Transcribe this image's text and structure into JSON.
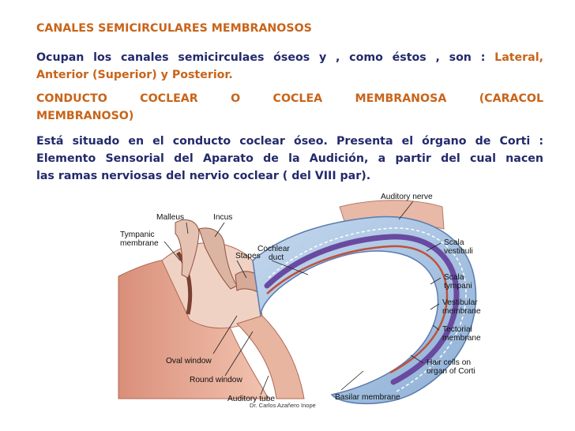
{
  "heading1": "CANALES SEMICIRCULARES MEMBRANOSOS",
  "para1": {
    "line1_prefix": " Ocupan los canales semicirculaes óseos y , como éstos , son : ",
    "line1_highlight": "Lateral,",
    "line2": "Anterior (Superior) y Posterior."
  },
  "heading2": {
    "line1": "CONDUCTO COCLEAR O COCLEA MEMBRANOSA (CARACOL",
    "line2": "MEMBRANOSO)"
  },
  "para2": {
    "line1": "Está situado en el conducto coclear óseo. Presenta el órgano de Corti :",
    "line2": "Elemento Sensorial del Aparato de la Audición, a partir del cual nacen",
    "line3": "las ramas nerviosas del nervio coclear ( del VIII par)."
  },
  "diagram": {
    "labels": {
      "auditory_nerve": "Auditory nerve",
      "malleus": "Malleus",
      "incus": "Incus",
      "tympanic_1": "Tympanic",
      "tympanic_2": "membrane",
      "stapes": "Stapes",
      "cochlear_1": "Cochlear",
      "cochlear_2": "duct",
      "scala_vest_1": "Scala",
      "scala_vest_2": "vestibuli",
      "scala_tymp_1": "Scala",
      "scala_tymp_2": "tympani",
      "vestibular_1": "Vestibular",
      "vestibular_2": "membrane",
      "tectorial_1": "Tectorial",
      "tectorial_2": "membrane",
      "hair_1": "Hair cells on",
      "hair_2": "organ of Corti",
      "oval_window": "Oval window",
      "round_window": "Round window",
      "auditory_tube": "Auditory tube",
      "basilar_membrane": "Basilar membrane"
    },
    "credit": "Dr. Carlos Azañero Inope"
  },
  "colors": {
    "heading": "#c8641a",
    "body_text": "#232a6b",
    "highlight": "#c8641a",
    "cochlea_fill": "#a9c3e0",
    "tissue": "#e0a58f",
    "duct": "#6a4aa0"
  }
}
